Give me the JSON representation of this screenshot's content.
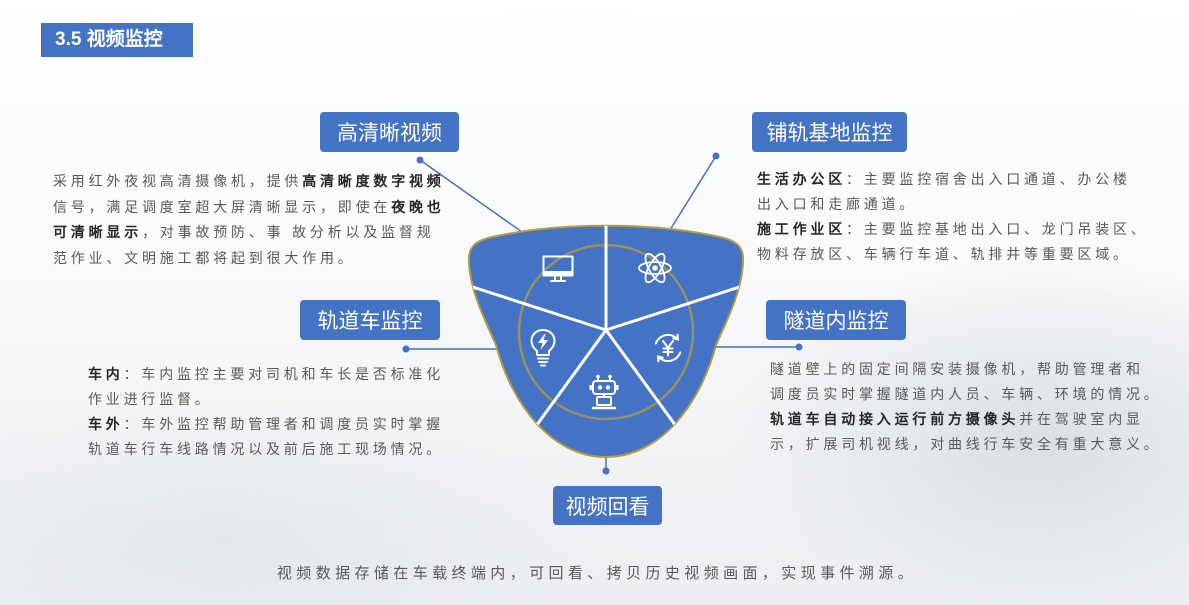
{
  "title": "3.5 视频监控",
  "colors": {
    "accent": "#4472C4",
    "gold": "#B49B3F",
    "body_text": "#595959",
    "emphasis_text": "#262626",
    "divider": "#FFFFFF"
  },
  "center_icons": [
    "monitor-icon",
    "atom-icon",
    "yen-cycle-icon",
    "robot-icon",
    "lightbulb-icon"
  ],
  "modules": {
    "hd_video": {
      "label": "高清晰视频",
      "lines": [
        [
          {
            "text": "采用红外夜视高清摄像机，提供",
            "bold": false
          },
          {
            "text": "高清晰度数字视频",
            "bold": true
          }
        ],
        [
          {
            "text": "信号，满足调度室超大屏清晰显示，即使在",
            "bold": false
          },
          {
            "text": "夜晚也",
            "bold": true
          }
        ],
        [
          {
            "text": "可清晰显示",
            "bold": true
          },
          {
            "text": "，对事故预防、事 故分析以及监督规",
            "bold": false
          }
        ],
        [
          {
            "text": "范作业、文明施工都将起到很大作用。",
            "bold": false
          }
        ]
      ]
    },
    "track_base": {
      "label": "铺轨基地监控",
      "lines": [
        [
          {
            "text": "生活办公区",
            "bold": true
          },
          {
            "text": "：主要监控宿舍出入口通道、办公楼",
            "bold": false
          }
        ],
        [
          {
            "text": "出入口和走廊通道。",
            "bold": false
          }
        ],
        [
          {
            "text": "施工作业区",
            "bold": true
          },
          {
            "text": "：主要监控基地出入口、龙门吊装区、",
            "bold": false
          }
        ],
        [
          {
            "text": "物料存放区、车辆行车道、轨排井等重要区域。",
            "bold": false
          }
        ]
      ]
    },
    "rail_car": {
      "label": "轨道车监控",
      "lines": [
        [
          {
            "text": "车内",
            "bold": true
          },
          {
            "text": "：车内监控主要对司机和车长是否标准化",
            "bold": false
          }
        ],
        [
          {
            "text": "作业进行监督。",
            "bold": false
          }
        ],
        [
          {
            "text": "车外",
            "bold": true
          },
          {
            "text": "：车外监控帮助管理者和调度员实时掌握",
            "bold": false
          }
        ],
        [
          {
            "text": "轨道车行车线路情况以及前后施工现场情况。",
            "bold": false
          }
        ]
      ]
    },
    "tunnel": {
      "label": "隧道内监控",
      "lines": [
        [
          {
            "text": "隧道壁上的固定间隔安装摄像机，帮助管理者和",
            "bold": false
          }
        ],
        [
          {
            "text": "调度员实时掌握隧道内人员、车辆、环境的情况。",
            "bold": false
          }
        ],
        [
          {
            "text": "轨道车自动接入运行前方摄像头",
            "bold": true
          },
          {
            "text": "并在驾驶室内显",
            "bold": false
          }
        ],
        [
          {
            "text": "示，扩展司机视线，对曲线行车安全有重大意义。",
            "bold": false
          }
        ]
      ]
    },
    "playback": {
      "label": "视频回看",
      "text": "视频数据存储在车载终端内，可回看、拷贝历史视频画面，实现事件溯源。"
    }
  }
}
